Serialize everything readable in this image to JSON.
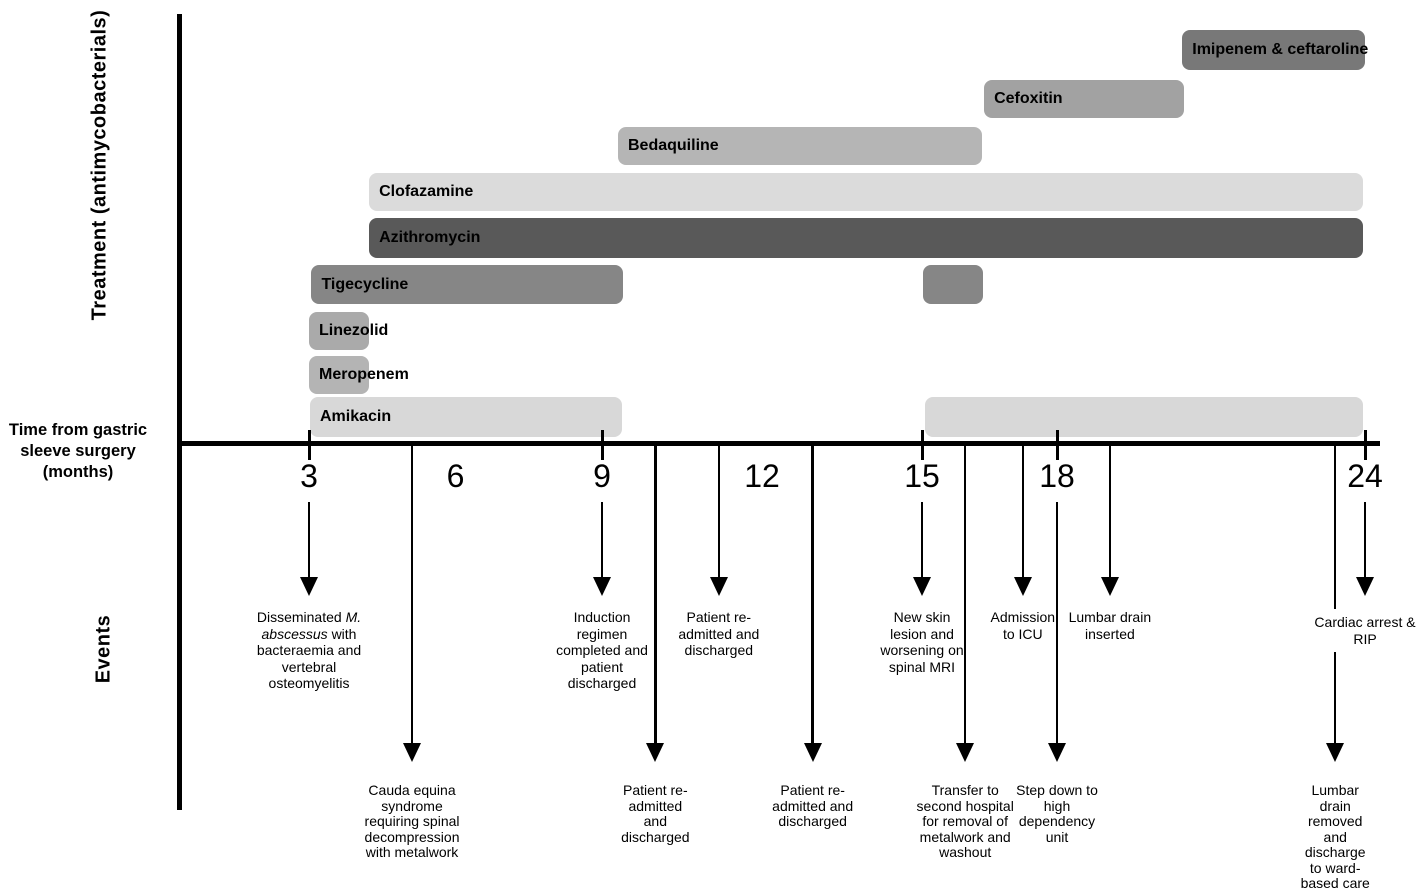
{
  "figure": {
    "treatment_axis_label": "Treatment (antimycobacterials)",
    "events_axis_label": "Events",
    "x_axis_label_lines": [
      "Time from gastric",
      "sleeve surgery",
      "(months)"
    ]
  },
  "chart_data": {
    "type": "timeline_gantt",
    "xlabel": "Time from gastric sleeve surgery (months)",
    "ylabel_upper": "Treatment (antimycobacterials)",
    "ylabel_lower": "Events",
    "x_axis": {
      "tick_labels": [
        3,
        6,
        9,
        12,
        15,
        18,
        24
      ],
      "ticks_marked": [
        3,
        9,
        15,
        18,
        24
      ],
      "unit": "months"
    },
    "ink_color": "#000000",
    "treatments": [
      {
        "label": "Imipenem & ceftaroline",
        "color": "#787878",
        "segments": [
          [
            20.44,
            24.0
          ]
        ]
      },
      {
        "label": "Cefoxitin",
        "color": "#a2a2a2",
        "segments": [
          [
            16.38,
            20.47
          ]
        ]
      },
      {
        "label": "Bedaquiline",
        "color": "#b5b5b5",
        "segments": [
          [
            9.3,
            16.33
          ]
        ]
      },
      {
        "label": "Clofazamine",
        "color": "#dbdbdb",
        "segments": [
          [
            4.23,
            23.96
          ]
        ]
      },
      {
        "label": "Azithromycin",
        "color": "#595959",
        "segments": [
          [
            4.23,
            23.96
          ]
        ]
      },
      {
        "label": "Tigecycline",
        "color": "#868686",
        "segments": [
          [
            3.05,
            9.39
          ],
          [
            15.02,
            16.36
          ]
        ]
      },
      {
        "label": "Linezolid",
        "color": "#aaaaaa",
        "segments": [
          [
            3.0,
            4.23
          ]
        ]
      },
      {
        "label": "Meropenem",
        "color": "#b4b4b4",
        "segments": [
          [
            3.0,
            4.23
          ]
        ]
      },
      {
        "label": "Amikacin",
        "color": "#d8d8d8",
        "segments": [
          [
            3.02,
            9.37
          ],
          [
            15.07,
            23.96
          ]
        ]
      }
    ],
    "events": {
      "upper": [
        {
          "month": 3,
          "from_label": true,
          "lines": [
            [
              "Disseminated ",
              {
                "i": "M."
              }
            ],
            [
              {
                "i": "abscessus"
              },
              " with"
            ],
            "bacteraemia and",
            "vertebral",
            "osteomyelitis"
          ]
        },
        {
          "month": 9,
          "from_label": true,
          "lines": [
            "Induction",
            "regimen",
            "completed and",
            "patient",
            "discharged"
          ]
        },
        {
          "month": 11.19,
          "from_label": false,
          "lines": [
            "Patient re-",
            "admitted and",
            "discharged"
          ]
        },
        {
          "month": 15,
          "from_label": true,
          "lines": [
            "New skin",
            "lesion and",
            "worsening on",
            "spinal MRI"
          ]
        },
        {
          "month": 17.24,
          "from_label": false,
          "lines": [
            "Admission",
            "to ICU"
          ]
        },
        {
          "month": 19.03,
          "from_label": false,
          "lines": [
            "Lumbar drain",
            "inserted"
          ]
        },
        {
          "month": 24,
          "from_label": true,
          "white_bg": true,
          "lines": [
            "Cardiac arrest &",
            "RIP"
          ]
        }
      ],
      "lower": [
        {
          "month": 5.11,
          "from_label": false,
          "lines": [
            "Cauda equina",
            "syndrome",
            "requiring spinal",
            "decompression",
            "with metalwork"
          ]
        },
        {
          "month": 10.0,
          "from_label": false,
          "lines": [
            "Patient re-",
            "admitted",
            "and",
            "discharged"
          ]
        },
        {
          "month": 12.95,
          "from_label": false,
          "lines": [
            "Patient re-",
            "admitted and",
            "discharged"
          ]
        },
        {
          "month": 15.96,
          "from_label": false,
          "lines": [
            "Transfer to",
            "second hospital",
            "for removal of",
            "metalwork and",
            "washout"
          ]
        },
        {
          "month": 18,
          "from_label": true,
          "lines": [
            "Step down to",
            "high",
            "dependency",
            "unit"
          ]
        },
        {
          "month": 23.42,
          "from_label": false,
          "lines": [
            "Lumbar",
            "drain",
            "removed",
            "and",
            "discharge",
            "to ward-",
            "based care"
          ]
        }
      ]
    }
  }
}
